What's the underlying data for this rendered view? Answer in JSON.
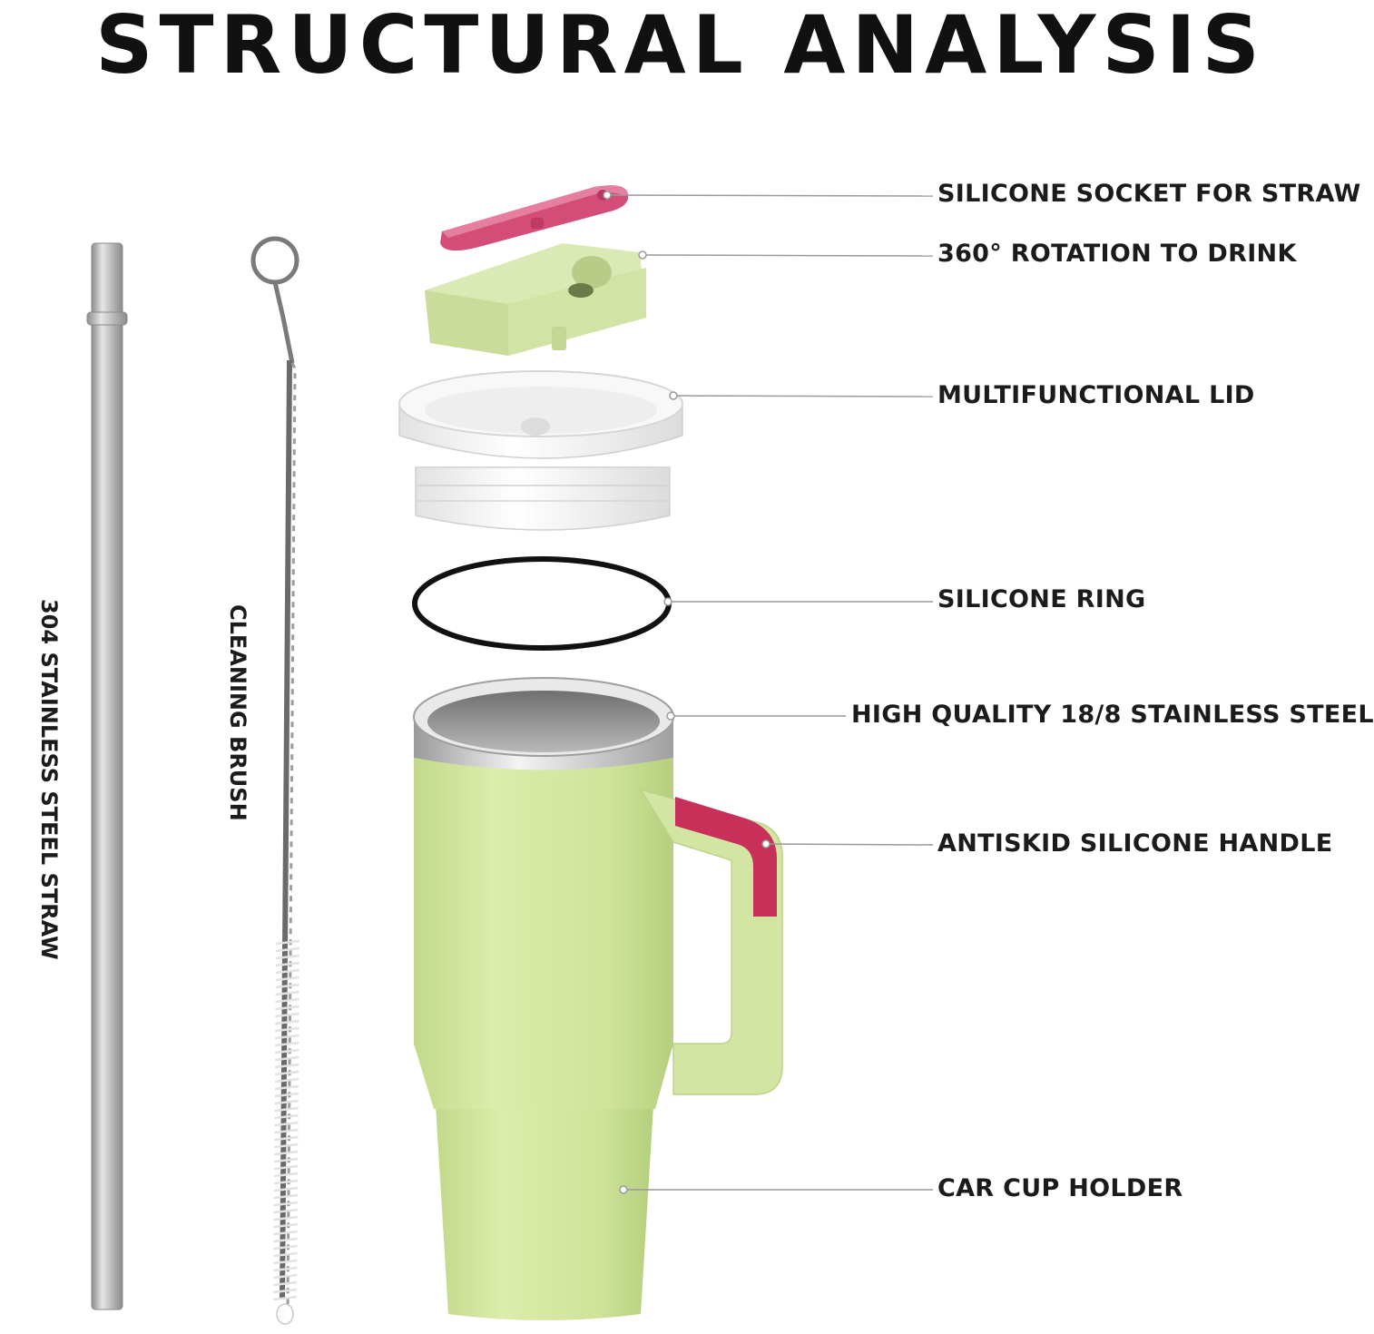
{
  "title": "STRUCTURAL ANALYSIS",
  "side_labels": {
    "straw": "304 STAINLESS STEEL STRAW",
    "brush": "CLEANING BRUSH"
  },
  "callouts": [
    {
      "id": "silicone-socket",
      "label": "SILICONE SOCKET FOR STRAW"
    },
    {
      "id": "rotation",
      "label": "360° ROTATION TO DRINK"
    },
    {
      "id": "lid",
      "label": "MULTIFUNCTIONAL LID"
    },
    {
      "id": "silicone-ring",
      "label": "SILICONE RING"
    },
    {
      "id": "steel",
      "label": "HIGH QUALITY 18/8 STAINLESS STEEL"
    },
    {
      "id": "handle",
      "label": "ANTISKID SILICONE HANDLE"
    },
    {
      "id": "cup-holder",
      "label": "CAR CUP HOLDER"
    }
  ],
  "colors": {
    "tumbler_green": "#cfe39a",
    "accent_pink": "#c8305a",
    "steel": "#b5b5b5",
    "lid_white": "#f7f7f7",
    "ring_black": "#111111",
    "leader_line": "#9a9a9a"
  }
}
